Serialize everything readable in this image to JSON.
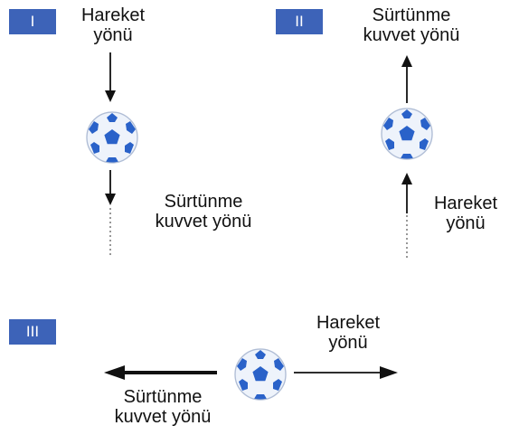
{
  "panel_1": {
    "badge": "I",
    "motion_label": [
      "Hareket",
      "yönü"
    ],
    "friction_label": [
      "Sürtünme",
      "kuvvet yönü"
    ]
  },
  "panel_2": {
    "badge": "II",
    "friction_label": [
      "Sürtünme",
      "kuvvet yönü"
    ],
    "motion_label": [
      "Hareket",
      "yönü"
    ]
  },
  "panel_3": {
    "badge": "III",
    "motion_label": [
      "Hareket",
      "yönü"
    ],
    "friction_label": [
      "Sürtünme",
      "kuvvet yönü"
    ]
  },
  "colors": {
    "badge": "#3d63b8",
    "ball_patch": "#2a62c9",
    "arrow": "#111111"
  }
}
